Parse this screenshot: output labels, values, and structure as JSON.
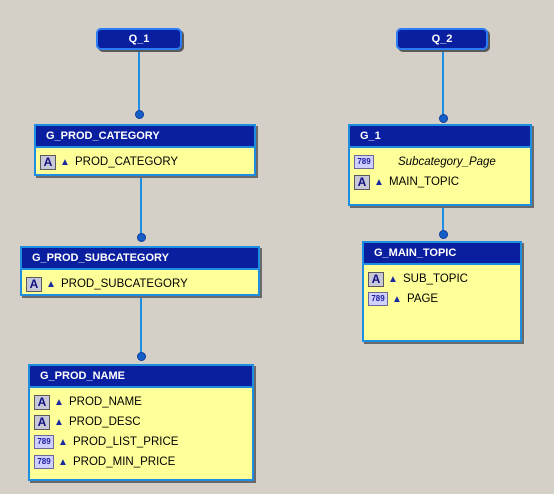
{
  "queries": {
    "q1": "Q_1",
    "q2": "Q_2"
  },
  "groups": {
    "g_prod_category": {
      "title": "G_PROD_CATEGORY",
      "items": [
        {
          "label": "PROD_CATEGORY",
          "icon": "character-icon",
          "sort": "ascending-sort-icon"
        }
      ]
    },
    "g_prod_subcategory": {
      "title": "G_PROD_SUBCATEGORY",
      "items": [
        {
          "label": "PROD_SUBCATEGORY",
          "icon": "character-icon",
          "sort": "ascending-sort-icon"
        }
      ]
    },
    "g_prod_name": {
      "title": "G_PROD_NAME",
      "items": [
        {
          "label": "PROD_NAME",
          "icon": "character-icon",
          "sort": "ascending-sort-icon"
        },
        {
          "label": "PROD_DESC",
          "icon": "character-icon",
          "sort": "ascending-sort-icon"
        },
        {
          "label": "PROD_LIST_PRICE",
          "icon": "number-icon",
          "sort": "ascending-sort-icon"
        },
        {
          "label": "PROD_MIN_PRICE",
          "icon": "number-icon",
          "sort": "ascending-sort-icon"
        }
      ]
    },
    "g_1": {
      "title": "G_1",
      "items": [
        {
          "label": "Subcategory_Page",
          "icon": "number-icon",
          "italic": true
        },
        {
          "label": "MAIN_TOPIC",
          "icon": "character-icon",
          "sort": "ascending-sort-icon"
        }
      ]
    },
    "g_main_topic": {
      "title": "G_MAIN_TOPIC",
      "items": [
        {
          "label": "SUB_TOPIC",
          "icon": "character-icon",
          "sort": "ascending-sort-icon"
        },
        {
          "label": "PAGE",
          "icon": "number-icon",
          "sort": "ascending-sort-icon"
        }
      ]
    }
  },
  "icons": {
    "character_glyph": "A",
    "number_glyph": "789",
    "sort_glyph": "▲"
  },
  "colors": {
    "canvas": "#d4d0c8",
    "title_bar": "#0a1ea0",
    "group_body": "#ffff9a",
    "link": "#1e8fe0"
  }
}
